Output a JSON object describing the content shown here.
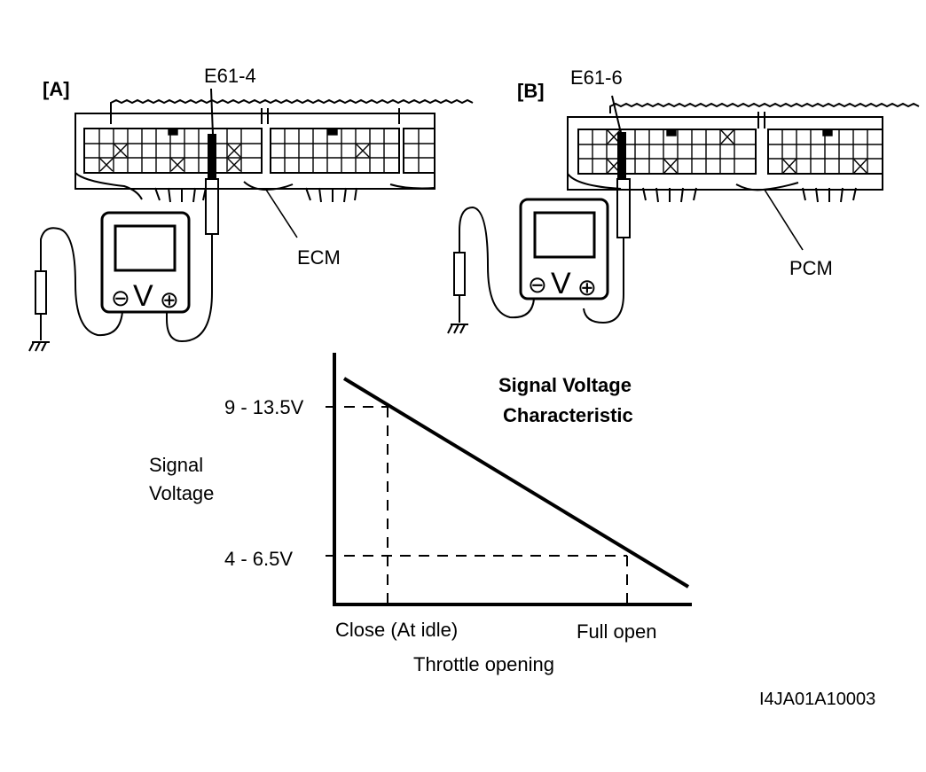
{
  "panel_a": {
    "tag": "[A]",
    "terminal": "E61-4",
    "module": "ECM"
  },
  "panel_b": {
    "tag": "[B]",
    "terminal": "E61-6",
    "module": "PCM"
  },
  "meter": {
    "minus": "⊖",
    "volt": "V",
    "plus": "⊕"
  },
  "graph": {
    "title_line1": "Signal Voltage",
    "title_line2": "Characteristic",
    "ylabel_line1": "Signal",
    "ylabel_line2": "Voltage",
    "xlabel": "Throttle opening",
    "y_high": "9 - 13.5V",
    "y_low": "4 - 6.5V",
    "x_close": "Close (At idle)",
    "x_full": "Full open"
  },
  "figure_id": "I4JA01A10003",
  "chart_data": {
    "type": "line",
    "xlabel": "Throttle opening",
    "ylabel": "Signal Voltage",
    "categories": [
      "Close (At idle)",
      "Full open"
    ],
    "series": [
      {
        "values": [
          "9 - 13.5V",
          "4 - 6.5V"
        ]
      }
    ]
  }
}
